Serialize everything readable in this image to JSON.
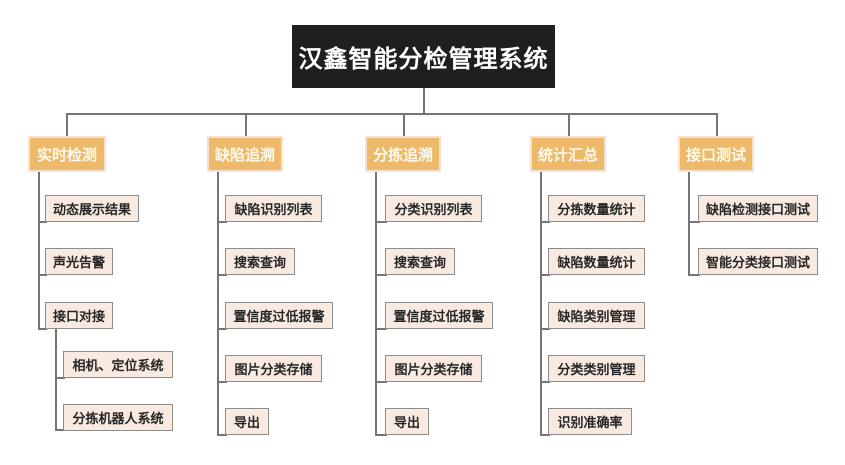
{
  "root": {
    "title": "汉鑫智能分检管理系统"
  },
  "branches": [
    {
      "label": "实时检测",
      "children": [
        {
          "label": "动态展示结果"
        },
        {
          "label": "声光告警"
        },
        {
          "label": "接口对接",
          "children": [
            {
              "label": "相机、定位系统"
            },
            {
              "label": "分拣机器人系统"
            }
          ]
        }
      ]
    },
    {
      "label": "缺陷追溯",
      "children": [
        {
          "label": "缺陷识别列表"
        },
        {
          "label": "搜索查询"
        },
        {
          "label": "置信度过低报警"
        },
        {
          "label": "图片分类存储"
        },
        {
          "label": "导出"
        }
      ]
    },
    {
      "label": "分拣追溯",
      "children": [
        {
          "label": "分类识别列表"
        },
        {
          "label": "搜索查询"
        },
        {
          "label": "置信度过低报警"
        },
        {
          "label": "图片分类存储"
        },
        {
          "label": "导出"
        }
      ]
    },
    {
      "label": "统计汇总",
      "children": [
        {
          "label": "分拣数量统计"
        },
        {
          "label": "缺陷数量统计"
        },
        {
          "label": "缺陷类别管理"
        },
        {
          "label": "分类类别管理"
        },
        {
          "label": "识别准确率"
        }
      ]
    },
    {
      "label": "接口测试",
      "children": [
        {
          "label": "缺陷检测接口测试"
        },
        {
          "label": "智能分类接口测试"
        }
      ]
    }
  ],
  "colors": {
    "root_bg": "#1f1f1f",
    "root_text": "#ffffff",
    "branch_bg": "#edb96b",
    "branch_border": "#f6e2cf",
    "branch_text": "#fdf8ec",
    "leaf_bg": "#f8eae0",
    "leaf_border": "#8c8c8c",
    "leaf_text": "#262626",
    "line": "#757575"
  }
}
